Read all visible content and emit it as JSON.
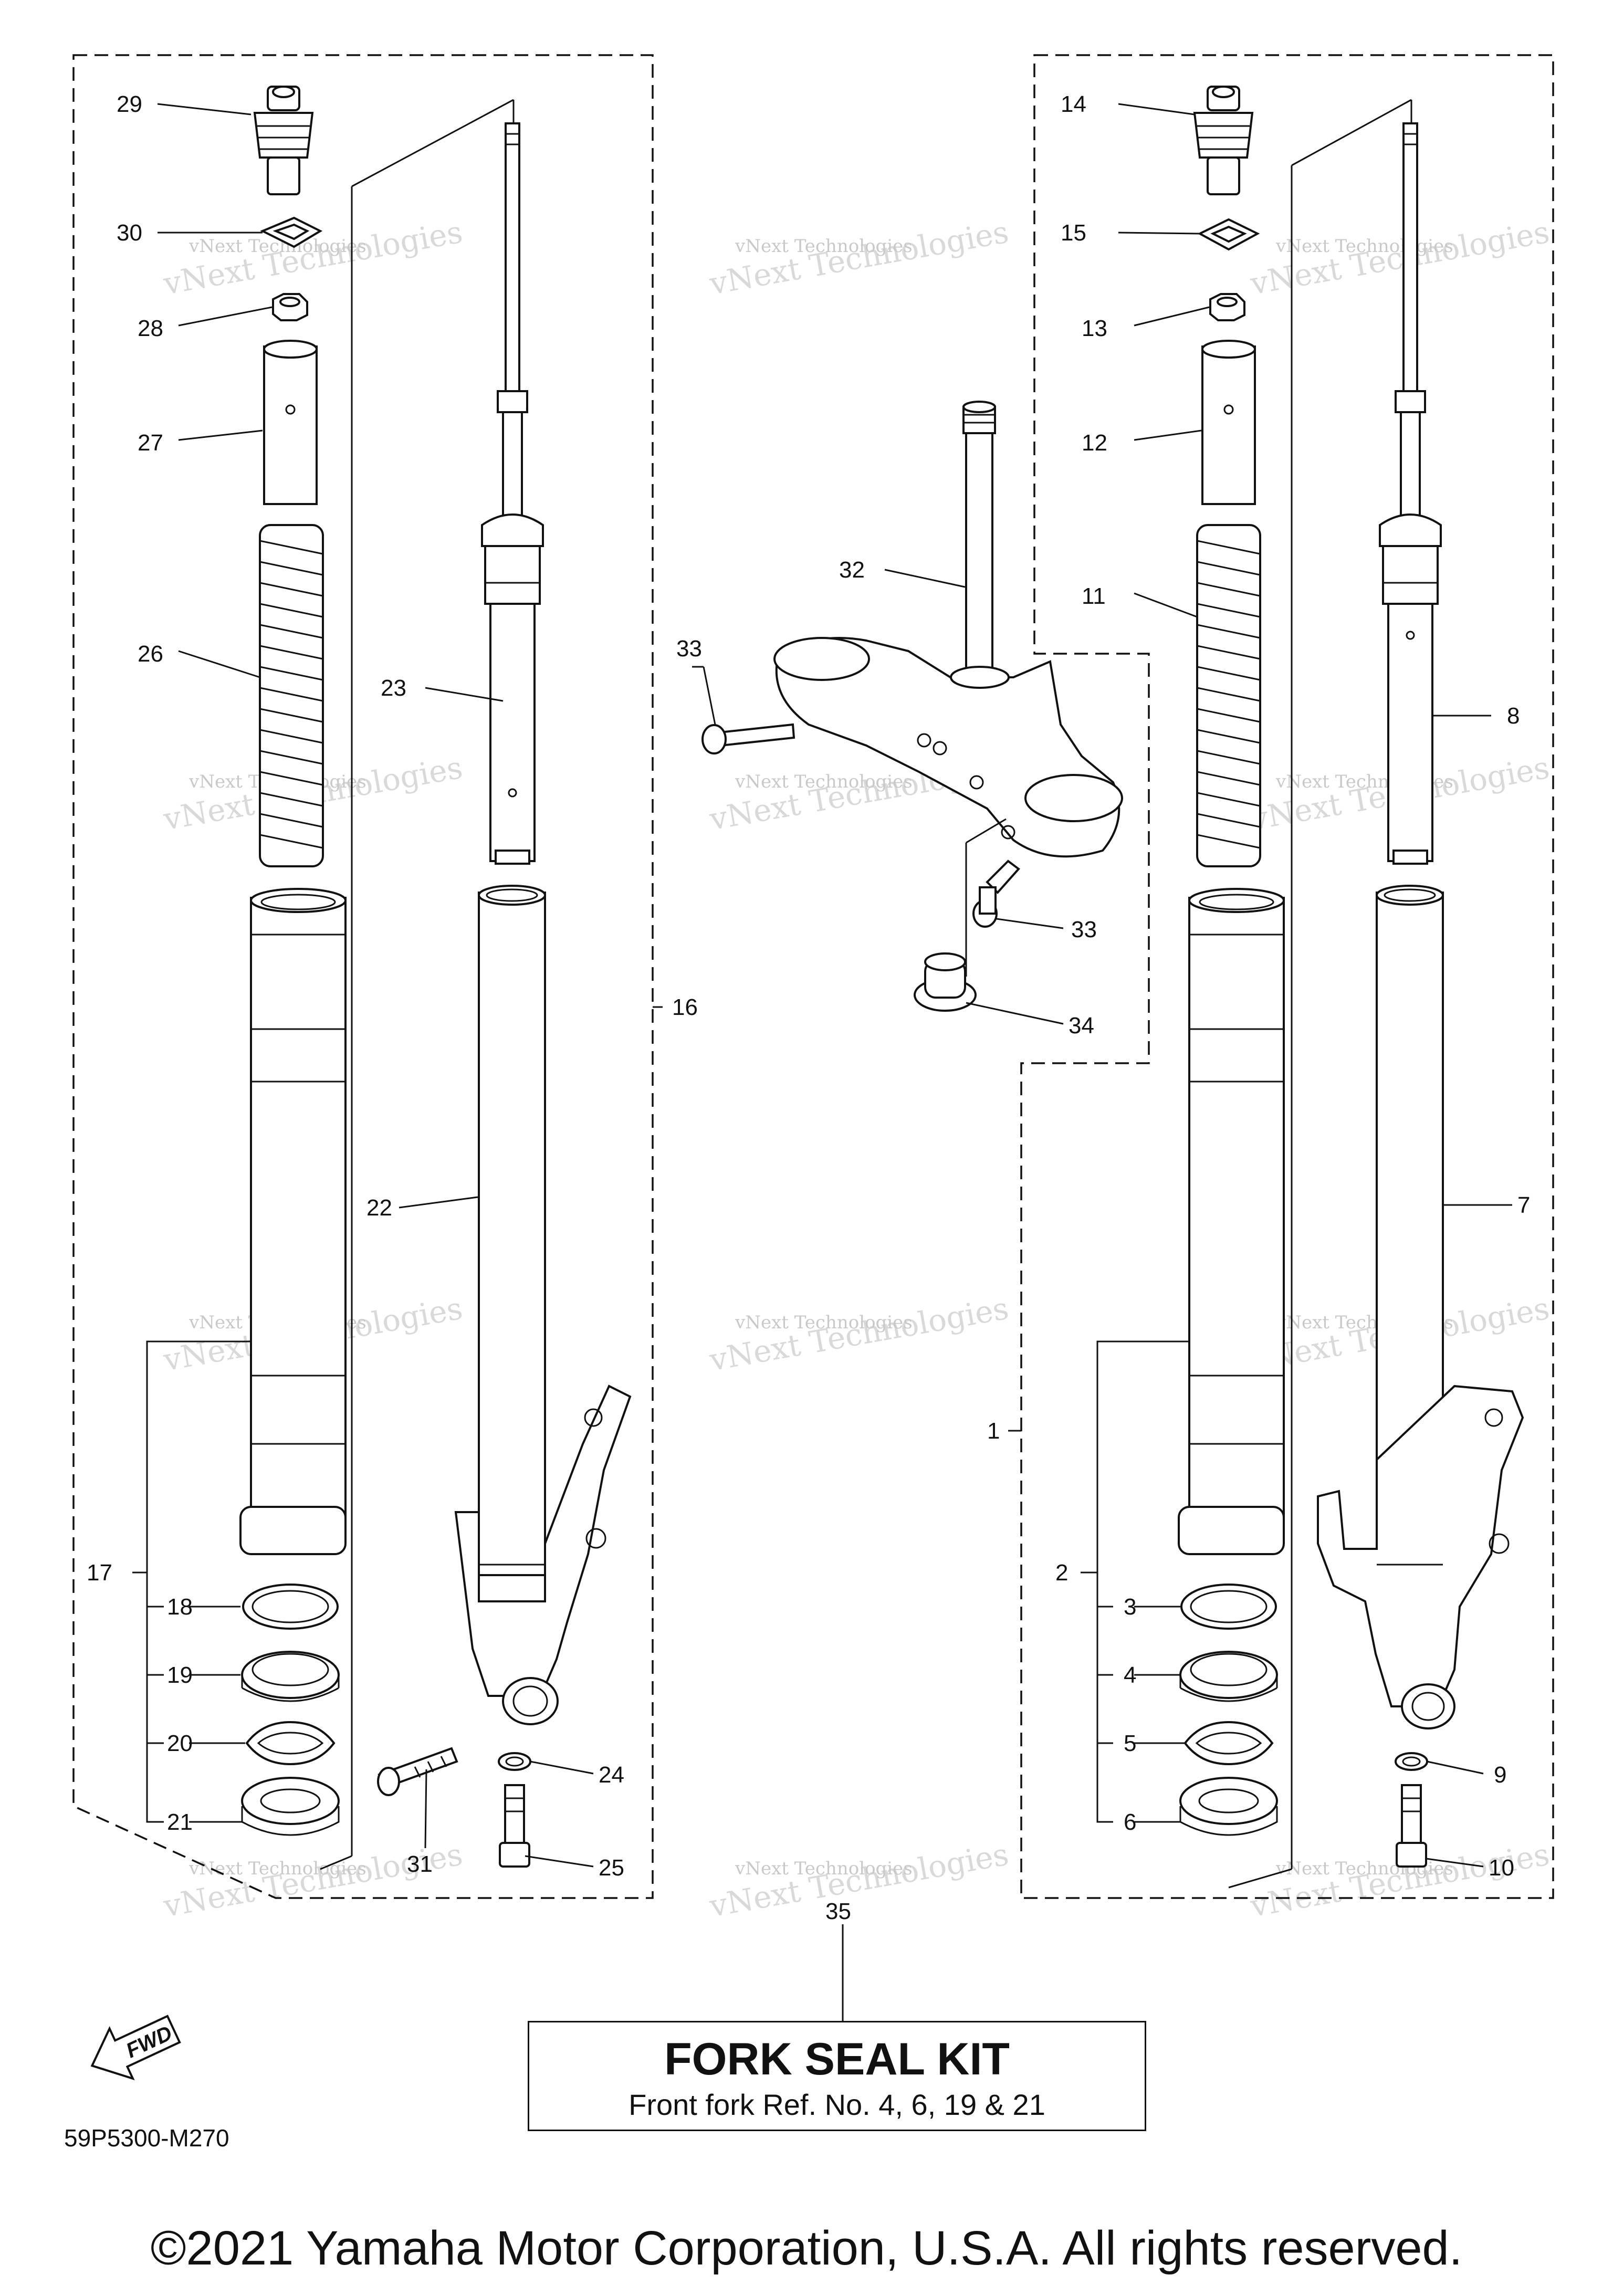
{
  "diagram": {
    "code": "59P5300-M270",
    "copyright": "©2021 Yamaha Motor Corporation, U.S.A. All rights reserved.",
    "fwd_label": "FWD",
    "kit_box": {
      "title": "FORK SEAL KIT",
      "subtitle": "Front fork Ref. No. 4, 6, 19 & 21"
    },
    "watermark": {
      "line1": "vNext Technologies",
      "line2": "vNext Technologies"
    },
    "callouts": {
      "c1": "1",
      "c2": "2",
      "c3": "3",
      "c4": "4",
      "c5": "5",
      "c6": "6",
      "c7": "7",
      "c8": "8",
      "c9": "9",
      "c10": "10",
      "c11": "11",
      "c12": "12",
      "c13": "13",
      "c14": "14",
      "c15": "15",
      "c16": "16",
      "c17": "17",
      "c18": "18",
      "c19": "19",
      "c20": "20",
      "c21": "21",
      "c22": "22",
      "c23": "23",
      "c24": "24",
      "c25": "25",
      "c26": "26",
      "c27": "27",
      "c28": "28",
      "c29": "29",
      "c30": "30",
      "c31": "31",
      "c32": "32",
      "c33a": "33",
      "c33b": "33",
      "c34": "34",
      "c35": "35"
    }
  }
}
